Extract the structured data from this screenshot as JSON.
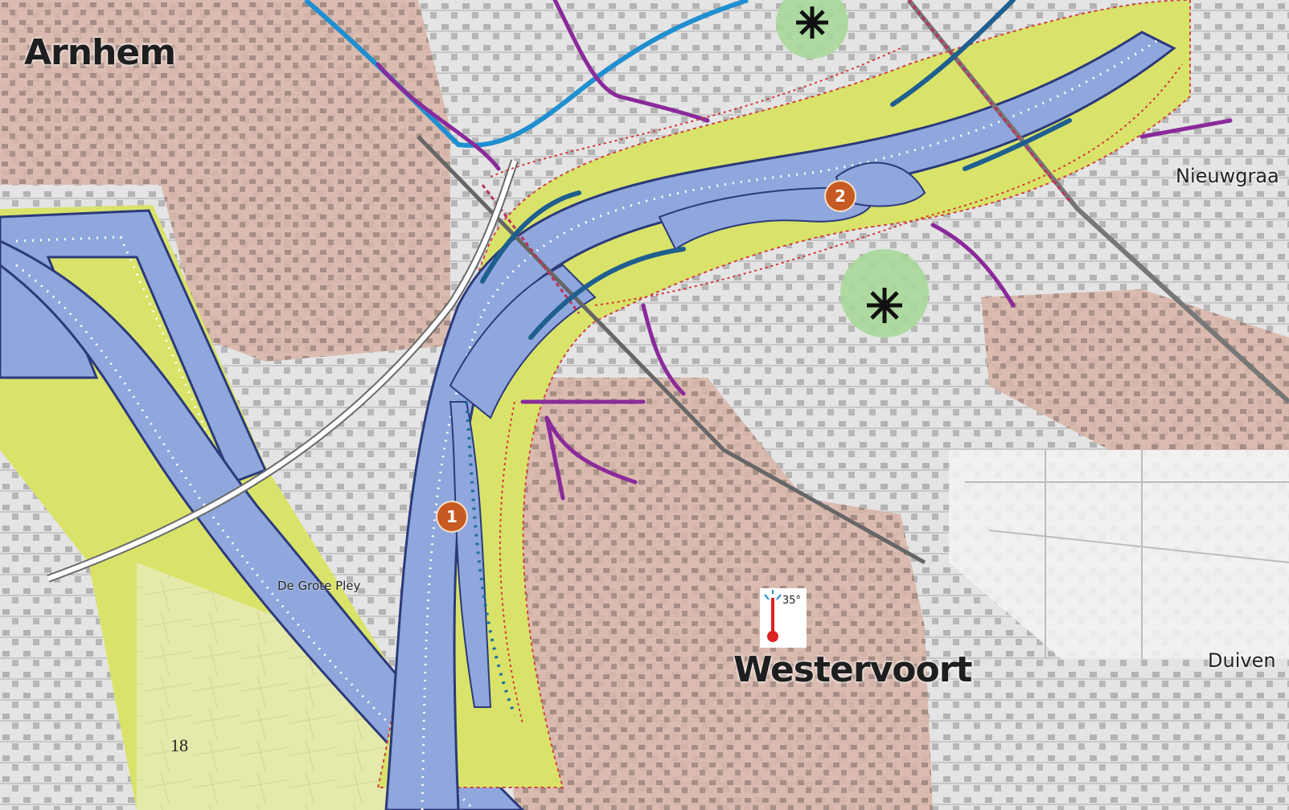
{
  "places": {
    "arnhem": "Arnhem",
    "westervoort": "Westervoort",
    "nieuwgraaf": "Nieuwgraa",
    "duiven": "Duiven",
    "grote_pley": "De Grote Pley"
  },
  "markers": {
    "m1": "1",
    "m2": "2"
  },
  "thermometer": {
    "label": "35°"
  },
  "page_number": "18",
  "colors": {
    "urban": "#d9b4a6",
    "river": "#8fa7dc",
    "floodplain": "#d9e36a",
    "park": "#a7d89a",
    "purple_route": "#8a2a9b",
    "blue_route": "#1f8fd0",
    "marker": "#c65a22"
  }
}
